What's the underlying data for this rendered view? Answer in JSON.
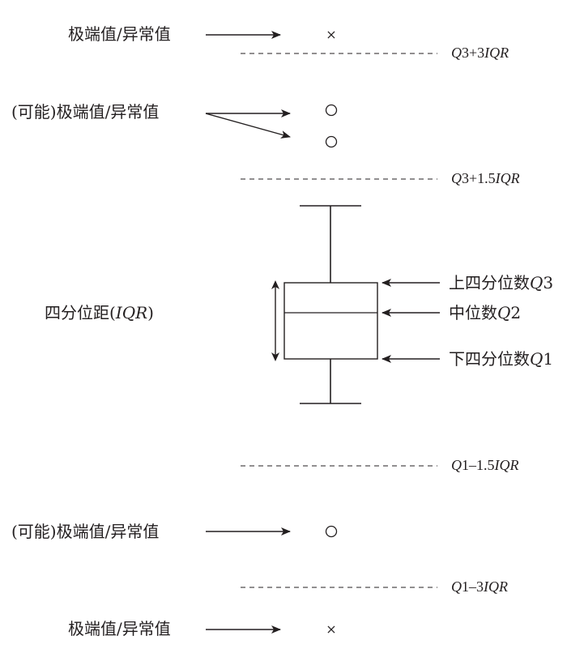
{
  "labels": {
    "extreme": "极端值/异常值",
    "possible_extreme": "(可能)极端值/异常值",
    "iqr_prefix": "四分位距(",
    "iqr_italic": "IQR",
    "iqr_suffix": ")",
    "upper_quartile_text": "上四分位数",
    "upper_quartile_sym": "Q",
    "upper_quartile_num": "3",
    "median_text": "中位数",
    "median_sym": "Q",
    "median_num": "2",
    "lower_quartile_text": "下四分位数",
    "lower_quartile_sym": "Q",
    "lower_quartile_num": "1"
  },
  "thresholds": {
    "upper_outer": {
      "q": "Q",
      "rest": "3+3",
      "iqr": "IQR"
    },
    "upper_inner": {
      "q": "Q",
      "rest": "3+1.5",
      "iqr": "IQR"
    },
    "lower_inner": {
      "q": "Q",
      "rest": "1–1.5",
      "iqr": "IQR"
    },
    "lower_outer": {
      "q": "Q",
      "rest": "1–3",
      "iqr": "IQR"
    }
  },
  "markers": {
    "extreme": "×",
    "possible": "○"
  },
  "colors": {
    "ink": "#231f20",
    "background": "#ffffff"
  }
}
